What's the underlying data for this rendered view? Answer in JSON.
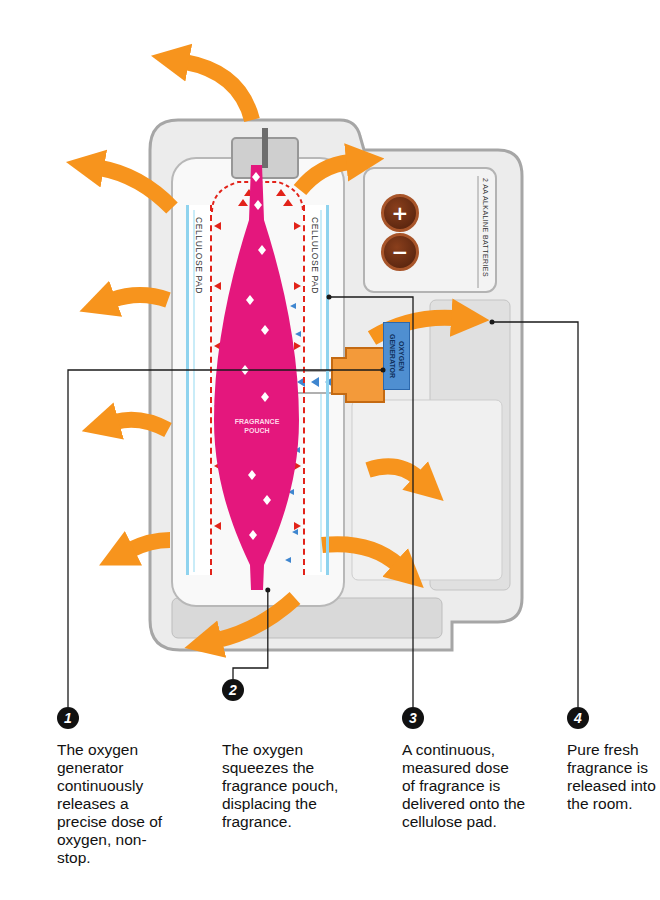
{
  "diagram": {
    "nodes": [
      {
        "text": [
          "CELLULOSE PAD"
        ]
      },
      {
        "text": [
          "FRAGRANCE POUCH"
        ]
      },
      {
        "text": [
          "CELLULOSE PAD"
        ]
      },
      {
        "text": [
          "+"
        ]
      },
      {
        "text": [
          "−"
        ]
      },
      {
        "text": [
          "OXYGEN GENERATOR"
        ]
      },
      {
        "text": [
          "1",
          "The oxygen generator continuously releases a precise dose of oxygen, non-stop."
        ]
      },
      {
        "text": [
          "2",
          "The oxygen squeezes the fragrance pouch, displacing the fragrance."
        ]
      },
      {
        "text": [
          "3",
          "A continuous, measured dose of fragrance is delivered onto the cellulose pad."
        ]
      },
      {
        "text": [
          "4",
          "Pure fresh fragrance is released into the room."
        ]
      }
    ],
    "edges": [
      {
        "from": 6,
        "to": 5,
        "arrow": "none"
      },
      {
        "from": 7,
        "to": 1,
        "arrow": "none"
      },
      {
        "from": 8,
        "to": 2,
        "arrow": "none"
      }
    ],
    "labels": [
      "2 AA ALKALINE BATTERIES"
    ]
  }
}
